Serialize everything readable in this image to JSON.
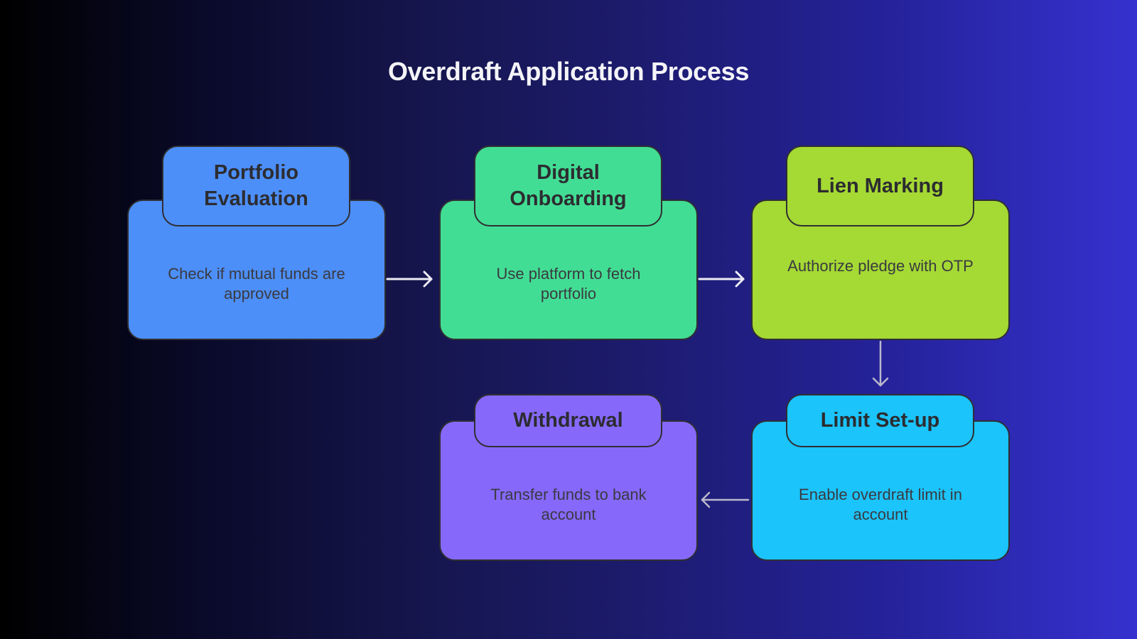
{
  "title": "Overdraft Application Process",
  "steps": [
    {
      "title": "Portfolio Evaluation",
      "description": "Check if mutual funds are approved",
      "color": "#4d8ff8"
    },
    {
      "title": "Digital Onboarding",
      "description": "Use platform to fetch portfolio",
      "color": "#42dd94"
    },
    {
      "title": "Lien Marking",
      "description": "Authorize pledge with OTP",
      "color": "#a5d934"
    },
    {
      "title": "Limit Set-up",
      "description": "Enable overdraft limit in account",
      "color": "#1bc4fb"
    },
    {
      "title": "Withdrawal",
      "description": "Transfer funds to bank account",
      "color": "#8669fb"
    }
  ],
  "connections": [
    {
      "from": "Portfolio Evaluation",
      "to": "Digital Onboarding"
    },
    {
      "from": "Digital Onboarding",
      "to": "Lien Marking"
    },
    {
      "from": "Lien Marking",
      "to": "Limit Set-up"
    },
    {
      "from": "Limit Set-up",
      "to": "Withdrawal"
    }
  ],
  "colors": {
    "arrow_primary": "#ececf4",
    "arrow_secondary": "#b9b9cb",
    "border": "#2f2f33"
  }
}
